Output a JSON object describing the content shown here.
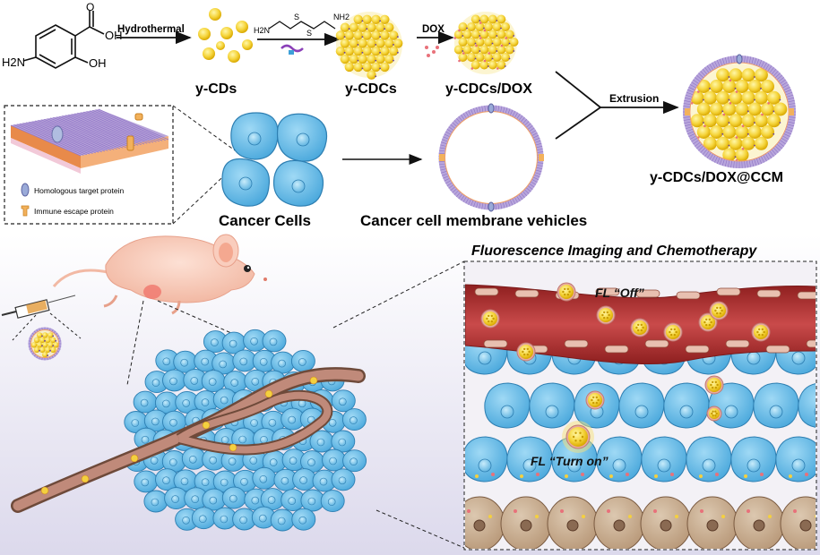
{
  "molecule": {
    "cooh": "OH",
    "oh": "OH",
    "amine": "H2N",
    "carbonyl": "O"
  },
  "linker": {
    "nh2_left": "H2N",
    "nh2_right": "NH2",
    "s1": "S",
    "s2": "S"
  },
  "steps": {
    "hydrothermal": "Hydrothermal",
    "dox": "DOX",
    "extrusion": "Extrusion"
  },
  "labels": {
    "ycds": "y-CDs",
    "ycdcs": "y-CDCs",
    "ycdcs_dox": "y-CDCs/DOX",
    "final": "y-CDCs/DOX@CCM",
    "cancer_cells": "Cancer Cells",
    "vehicles": "Cancer cell membrane vehicles"
  },
  "legend": {
    "target": "Homologous target protein",
    "escape": "Immune escape protein"
  },
  "panel": {
    "title": "Fluorescence Imaging and Chemotherapy",
    "fl_off": "FL “Off”",
    "fl_on": "FL “Turn on”"
  },
  "colors": {
    "cell_blue": "#5fb8e6",
    "vessel_red": "#a52a2a",
    "dot_yellow": "#f4d03f",
    "membrane_purple": "#9b7fc4",
    "tumor_tan": "#c4a88a"
  }
}
